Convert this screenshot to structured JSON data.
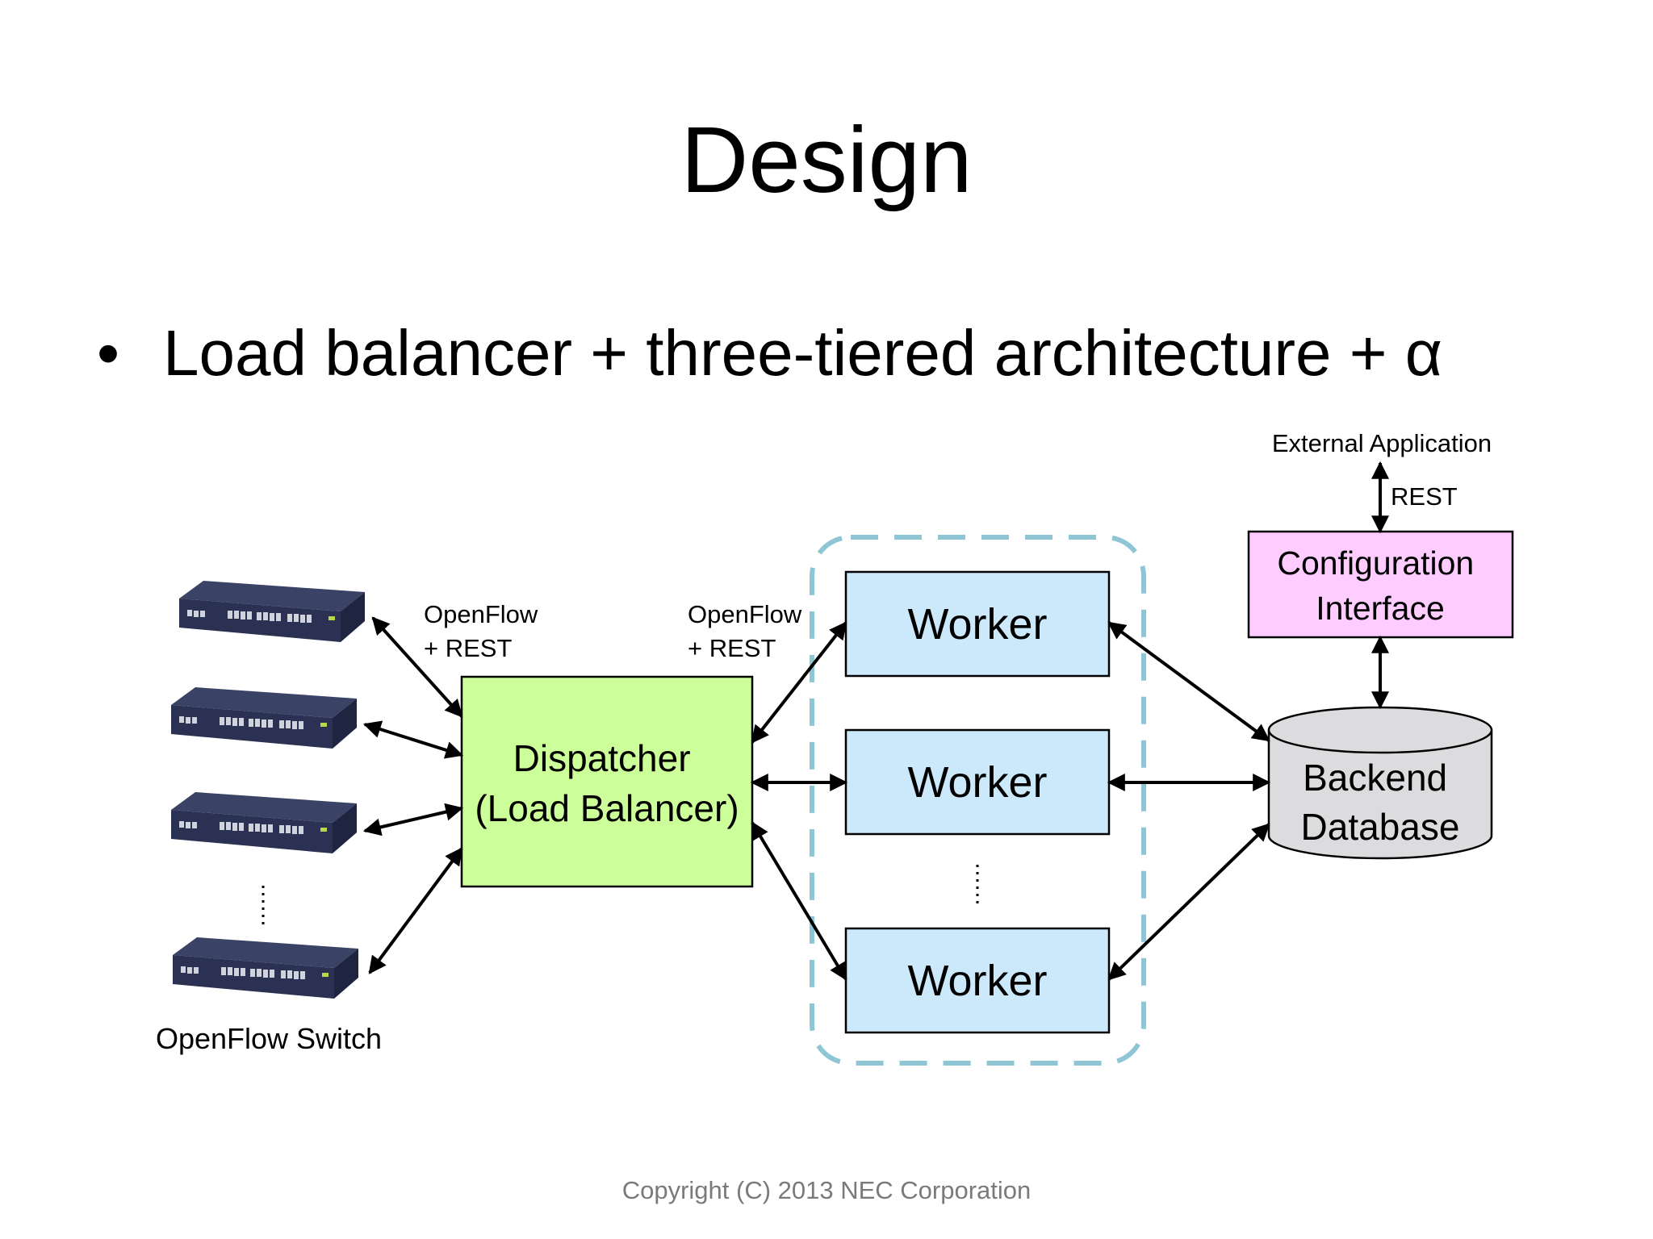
{
  "slide": {
    "title": "Design",
    "bullet_marker": "•",
    "bullet": "Load balancer + three-tiered architecture + α",
    "footer": "Copyright (C) 2013 NEC Corporation"
  },
  "diagram": {
    "switch_caption": "OpenFlow Switch",
    "protocol_left": [
      "OpenFlow",
      "+ REST"
    ],
    "protocol_right": [
      "OpenFlow",
      "+ REST"
    ],
    "dispatcher": [
      "Dispatcher",
      "(Load Balancer)"
    ],
    "workers": [
      "Worker",
      "Worker",
      "Worker"
    ],
    "config": [
      "Configuration",
      "Interface"
    ],
    "database": [
      "Backend",
      "Database"
    ],
    "external_app": "External Application",
    "external_protocol": "REST"
  },
  "colors": {
    "dispatcher_fill": "#ccff99",
    "worker_fill": "#cce9fb",
    "config_fill": "#ffccff",
    "database_fill": "#dcdcdf",
    "worker_group_border": "#8ec6d6",
    "switch_body": "#2a3152"
  }
}
